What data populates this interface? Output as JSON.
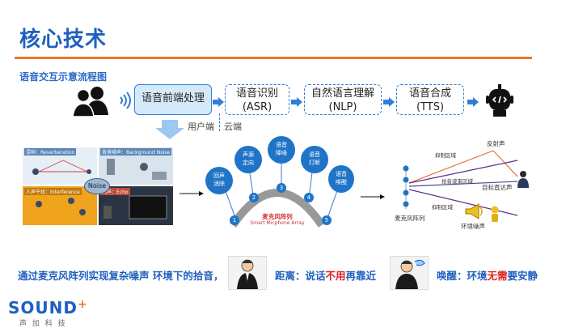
{
  "title": "核心技术",
  "subtitle": "语音交互示意流程图",
  "flow": {
    "steps": [
      {
        "label_main": "语音前端处理",
        "label_sub": ""
      },
      {
        "label_main": "语音识别",
        "label_sub": "(ASR)"
      },
      {
        "label_main": "自然语言理解",
        "label_sub": "(NLP)"
      },
      {
        "label_main": "语音合成",
        "label_sub": "(TTS)"
      }
    ],
    "user_side": "用户端",
    "cloud_side": "云端"
  },
  "noise_panel": {
    "reverb": "混响：Reverberation",
    "bg_noise": "背景噪声：Background Noise",
    "interference": "人声干扰：Interference",
    "echo": "回声：Echo",
    "center": "Noise"
  },
  "mic_array": {
    "nodes": [
      {
        "num": "1",
        "label": "回声\n消除"
      },
      {
        "num": "2",
        "label": "声源\n定向"
      },
      {
        "num": "3",
        "label": "语音\n降噪"
      },
      {
        "num": "4",
        "label": "语音\n打断"
      },
      {
        "num": "5",
        "label": "语音\n唤醒"
      }
    ],
    "caption_cn": "麦克风阵列",
    "caption_en": "Smart Micphone Array"
  },
  "beam_panel": {
    "reflect": "反射声",
    "suppress_top": "抑制区域",
    "pickup": "拾音波束区域",
    "direct": "目标直达声",
    "suppress_bottom": "抑制区域",
    "env_noise": "环境噪声",
    "array_label": "麦克风阵列"
  },
  "bottom": {
    "text1": "通过麦克风阵列实现复杂噪声 环境下的拾音，",
    "distance_prefix": "距离：说话",
    "distance_red": "不用",
    "distance_suffix": "再靠近",
    "wake_prefix": "唤醒：环境",
    "wake_red": "无需",
    "wake_suffix": "要安静"
  },
  "logo": {
    "brand": "SOUND",
    "plus": "+",
    "tagline": "声 加 科 技"
  },
  "colors": {
    "accent": "#1f5fbf",
    "rule": "#e8762c",
    "box_border": "#2f7fd8",
    "highlight": "#e02020"
  }
}
